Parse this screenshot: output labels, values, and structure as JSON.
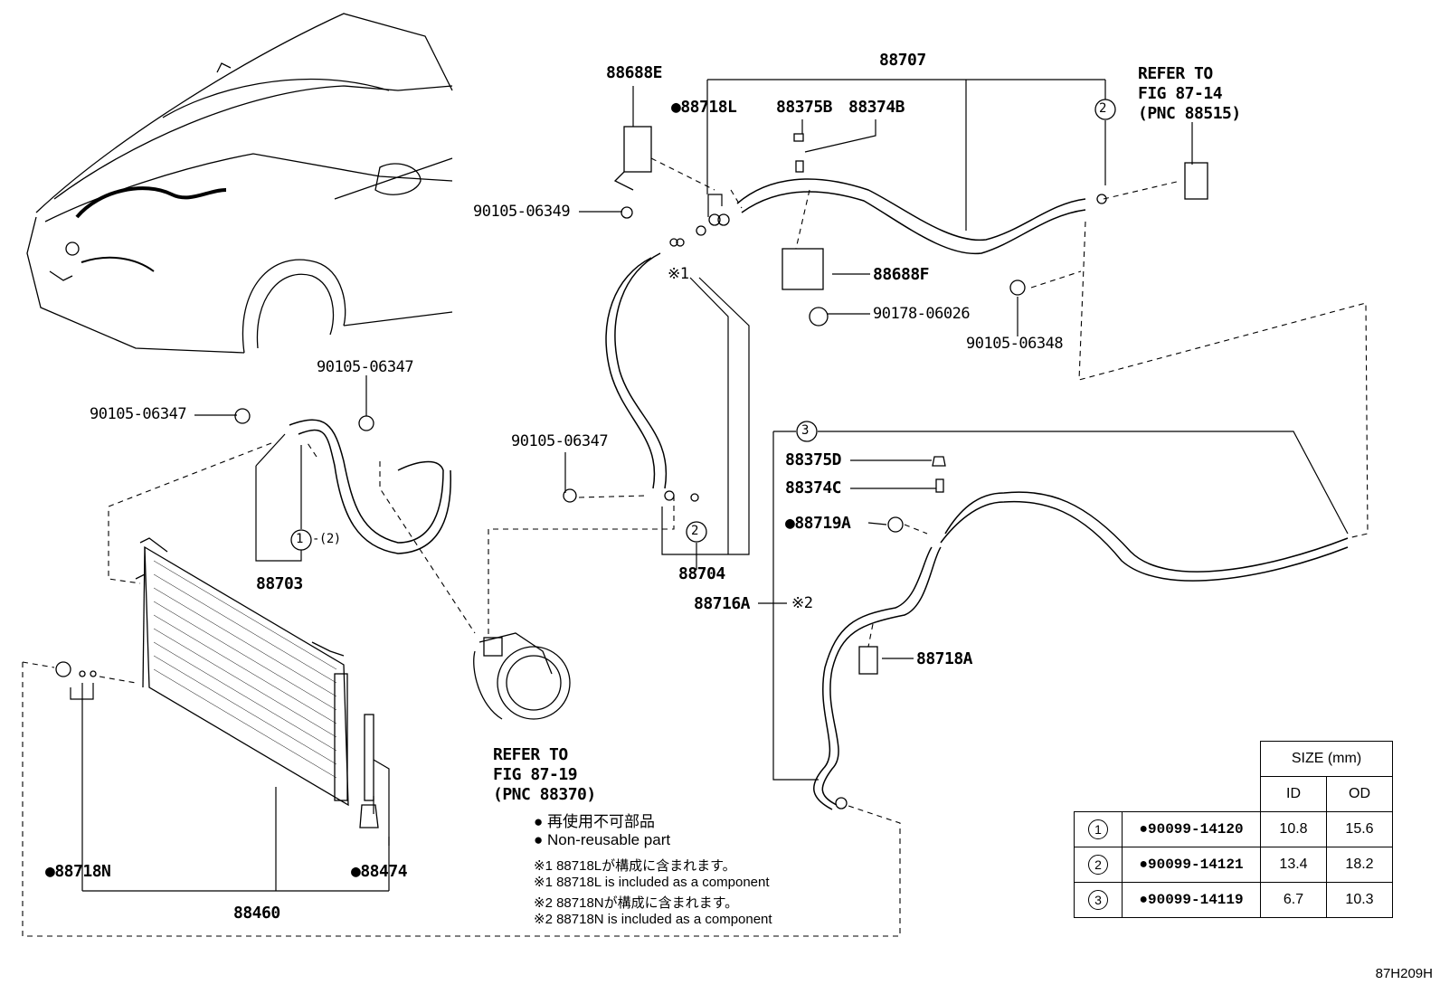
{
  "labels": {
    "p88707": "88707",
    "p88688E": "88688E",
    "p88718L": "88718L",
    "p88375B": "88375B",
    "p88374B": "88374B",
    "refer1": "REFER TO",
    "refer1b": "FIG 87-14",
    "refer1c": "(PNC 88515)",
    "p90105_06349": "90105-06349",
    "x1": "※1",
    "p88688F": "88688F",
    "p90178_06026": "90178-06026",
    "p90105_06348": "90105-06348",
    "p90105_06347a": "90105-06347",
    "p90105_06347b": "90105-06347",
    "p90105_06347c": "90105-06347",
    "p88375D": "88375D",
    "p88374C": "88374C",
    "p88719A": "88719A",
    "p88716A": "88716A",
    "x2": "※2",
    "p88718A": "88718A",
    "p88704": "88704",
    "p88703": "88703",
    "c1": "1",
    "c2a": "2",
    "c2b": "2",
    "c3": "3",
    "c2paren": "-(2)",
    "refer2": "REFER TO",
    "refer2b": "FIG 87-19",
    "refer2c": "(PNC 88370)",
    "p88718N": "88718N",
    "p88474": "88474",
    "p88460": "88460"
  },
  "notes": [
    "再使用不可部品",
    "Non-reusable part",
    "※1 88718Lが構成に含まれます。",
    "※1 88718L is included as a component",
    "※2 88718Nが構成に含まれます。",
    "※2 88718N is included as a component"
  ],
  "size_table": {
    "header": "SIZE (mm)",
    "col_id": "ID",
    "col_od": "OD",
    "rows": [
      {
        "num": "1",
        "part": "90099-14120",
        "id": "10.8",
        "od": "15.6"
      },
      {
        "num": "2",
        "part": "90099-14121",
        "id": "13.4",
        "od": "18.2"
      },
      {
        "num": "3",
        "part": "90099-14119",
        "id": "6.7",
        "od": "10.3"
      }
    ]
  },
  "figure_code": "87H209H"
}
